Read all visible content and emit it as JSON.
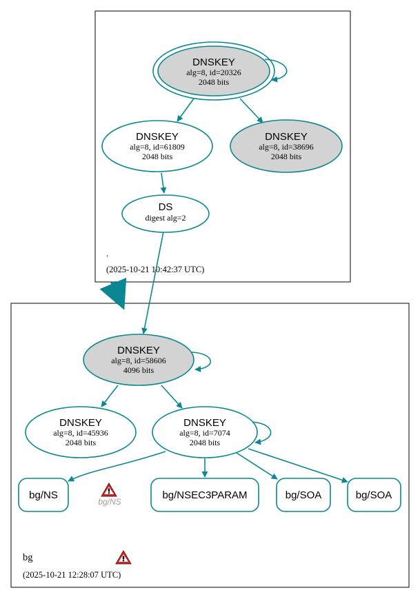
{
  "colors": {
    "edge": "#0a8793",
    "node_border": "#0a8793",
    "ksk_fill": "#d3d3d3",
    "cluster_border": "#000000",
    "warning_red": "#c62828",
    "warning_label": "#a0a0a0"
  },
  "zones": {
    "root": {
      "name": ".",
      "timestamp": "(2025-10-21 10:42:37 UTC)",
      "dnskeys": [
        {
          "title": "DNSKEY",
          "detail": "alg=8, id=20326",
          "bits": "2048 bits",
          "role": "ksk-trust-anchor",
          "self_signed": true
        },
        {
          "title": "DNSKEY",
          "detail": "alg=8, id=61809",
          "bits": "2048 bits",
          "role": "zsk",
          "self_signed": false
        },
        {
          "title": "DNSKEY",
          "detail": "alg=8, id=38696",
          "bits": "2048 bits",
          "role": "ksk-standby",
          "self_signed": false
        }
      ],
      "ds": {
        "title": "DS",
        "detail": "digest alg=2"
      }
    },
    "bg": {
      "name": "bg",
      "timestamp": "(2025-10-21 12:28:07 UTC)",
      "dnskeys": [
        {
          "title": "DNSKEY",
          "detail": "alg=8, id=58606",
          "bits": "4096 bits",
          "role": "ksk",
          "self_signed": true
        },
        {
          "title": "DNSKEY",
          "detail": "alg=8, id=45936",
          "bits": "2048 bits",
          "role": "zsk",
          "self_signed": false
        },
        {
          "title": "DNSKEY",
          "detail": "alg=8, id=7074",
          "bits": "2048 bits",
          "role": "zsk",
          "self_signed": true
        }
      ],
      "rrsets": [
        {
          "label": "bg/NS"
        },
        {
          "label": "bg/NSEC3PARAM"
        },
        {
          "label": "bg/SOA"
        },
        {
          "label": "bg/SOA"
        }
      ],
      "ns_warning_label": "bg/NS",
      "zone_warning_icon": "warning-triangle-icon"
    }
  }
}
